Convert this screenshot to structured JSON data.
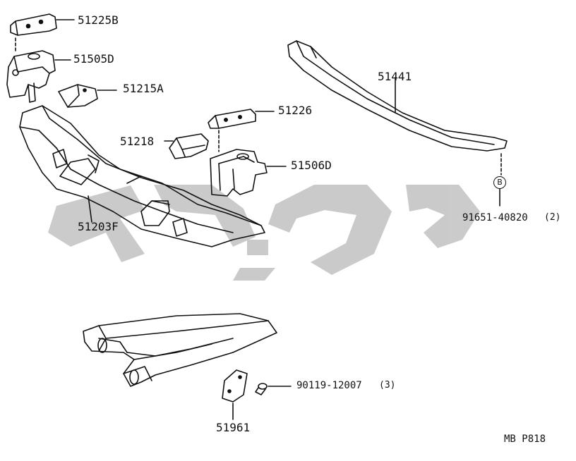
{
  "parts": {
    "p51225B": "51225B",
    "p51505D": "51505D",
    "p51215A": "51215A",
    "p51226": "51226",
    "p51218": "51218",
    "p51506D": "51506D",
    "p51441": "51441",
    "p51203F": "51203F",
    "p51961": "51961"
  },
  "fasteners": {
    "bolt_b_marker": "B",
    "bolt_b_number": "91651-40820",
    "bolt_b_qty": "(2)",
    "screw_number": "90119-12007",
    "screw_qty": "(3)"
  },
  "diagram_code": "MB P818",
  "watermark": {
    "color": "#c8c8c8"
  },
  "colors": {
    "line": "#111111"
  }
}
